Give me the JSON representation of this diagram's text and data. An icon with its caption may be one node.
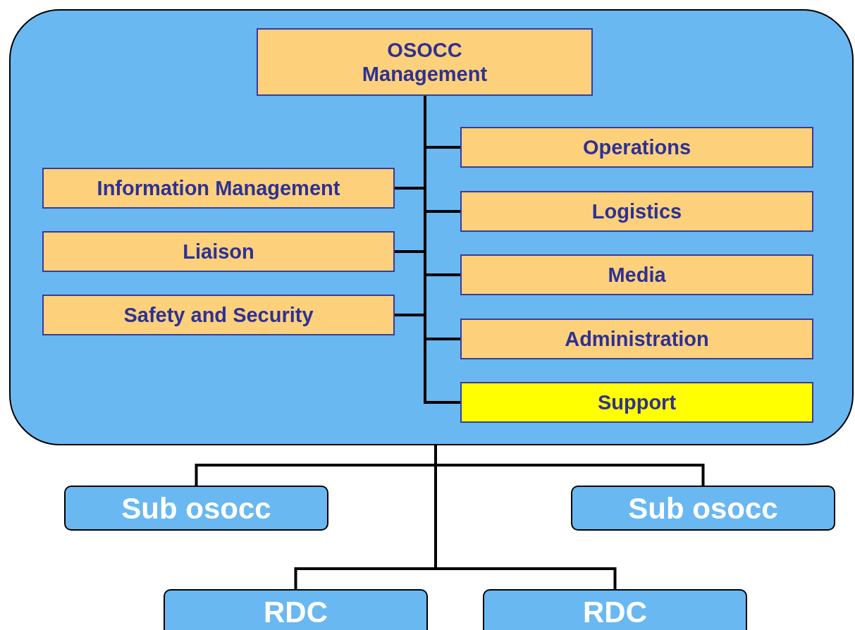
{
  "diagram": {
    "nodes": [
      {
        "text": [],
        "shape": "box"
      },
      {
        "text": [
          "OSOCC Management"
        ],
        "in": 0
      },
      {
        "text": [
          "Operations"
        ],
        "in": 0
      },
      {
        "text": [
          "Information Management"
        ],
        "in": 0
      },
      {
        "text": [
          "Logistics"
        ],
        "in": 0
      },
      {
        "text": [
          "Liaison"
        ],
        "in": 0
      },
      {
        "text": [
          "Media"
        ],
        "in": 0
      },
      {
        "text": [
          "Safety and Security"
        ],
        "in": 0
      },
      {
        "text": [
          "Administration"
        ],
        "in": 0
      },
      {
        "text": [
          "Support"
        ],
        "in": 0
      },
      {
        "text": [
          "Sub osocc"
        ]
      },
      {
        "text": [
          "Sub osocc"
        ]
      },
      {
        "text": [
          "RDC"
        ]
      },
      {
        "text": [
          "RDC"
        ]
      }
    ],
    "edges": [
      {
        "from": 1,
        "to": 2,
        "arrow": "none"
      },
      {
        "from": 1,
        "to": 3,
        "arrow": "none"
      },
      {
        "from": 1,
        "to": 4,
        "arrow": "none"
      },
      {
        "from": 1,
        "to": 5,
        "arrow": "none"
      },
      {
        "from": 1,
        "to": 6,
        "arrow": "none"
      },
      {
        "from": 1,
        "to": 7,
        "arrow": "none"
      },
      {
        "from": 1,
        "to": 8,
        "arrow": "none"
      },
      {
        "from": 1,
        "to": 9,
        "arrow": "none"
      },
      {
        "from": 0,
        "to": 10,
        "arrow": "none"
      },
      {
        "from": 0,
        "to": 11,
        "arrow": "none"
      },
      {
        "from": 0,
        "to": 12,
        "arrow": "none"
      },
      {
        "from": 0,
        "to": 13,
        "arrow": "none"
      }
    ]
  }
}
